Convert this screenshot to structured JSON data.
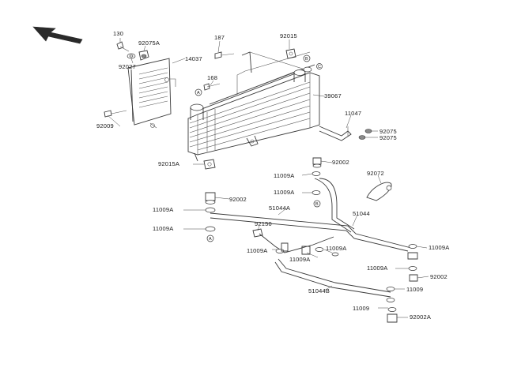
{
  "labels": {
    "p130": "130",
    "p92075a": "92075A",
    "p92027": "92027",
    "p14037": "14037",
    "p187": "187",
    "p92015": "92015",
    "p168": "168",
    "p39067": "39067",
    "p92009": "92009",
    "p11047": "11047",
    "p92075_1": "92075",
    "p92075_2": "92075",
    "p92015a": "92015A",
    "p92002_top": "92002",
    "p11009a_1": "11009A",
    "p92072": "92072",
    "p11009a_2": "11009A",
    "p92002_left": "92002",
    "p11009a_3": "11009A",
    "p51044a": "51044A",
    "p51044": "51044",
    "p11009a_4": "11009A",
    "p92150": "92150",
    "p11009a_5": "11009A",
    "p11009a_6": "11009A",
    "p11009a_7": "11009A",
    "p11009a_8": "11009A",
    "p11009a_9": "11009A",
    "p92002_right": "92002",
    "p51044b": "51044B",
    "p11009": "11009",
    "p11009_b": "11009",
    "p92002a": "92002A"
  },
  "callouts": {
    "a1": "A",
    "a2": "A",
    "b1": "B",
    "b2": "B",
    "c1": "C"
  },
  "colors": {
    "line": "#3a3a3a",
    "background": "#ffffff"
  }
}
